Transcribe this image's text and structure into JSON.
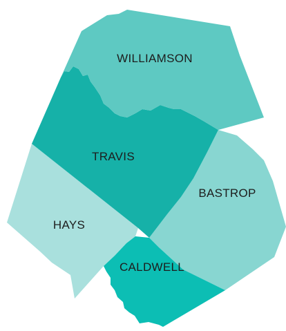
{
  "counties": [
    {
      "id": "williamson",
      "label": "WILLIAMSON",
      "color": "#5ec9c2"
    },
    {
      "id": "travis",
      "label": "TRAVIS",
      "color": "#16b1a8"
    },
    {
      "id": "bastrop",
      "label": "BASTROP",
      "color": "#88d6d1"
    },
    {
      "id": "hays",
      "label": "HAYS",
      "color": "#a9e0dd"
    },
    {
      "id": "caldwell",
      "label": "CALDWELL",
      "color": "#0cbeb4"
    }
  ]
}
